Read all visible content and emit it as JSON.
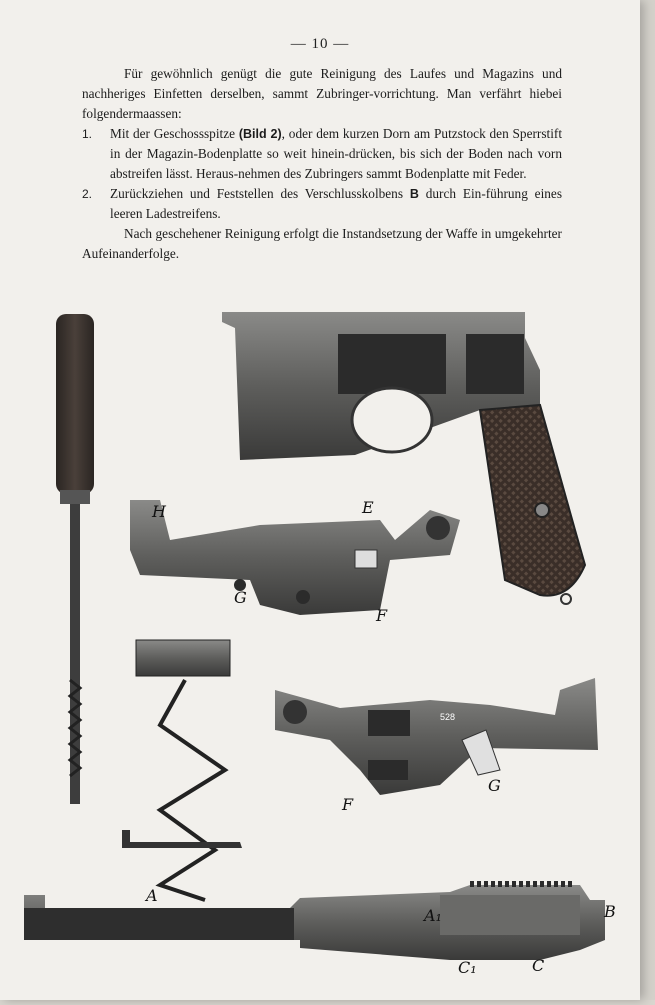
{
  "page": {
    "number": "— 10 —",
    "intro": "Für gewöhnlich genügt die gute Reinigung des Laufes und Magazins und nachheriges Einfetten derselben, sammt Zubringer-vorrichtung. Man verfährt hiebei folgendermaassen:",
    "steps": [
      {
        "num": "1.",
        "before": "Mit der Geschossspitze ",
        "bold": "(Bild 2)",
        "after": ", oder dem kurzen Dorn am Putzstock den Sperrstift in der Magazin-Bodenplatte so weit hinein-drücken, bis sich der Boden nach vorn abstreifen lässt. Heraus-nehmen des Zubringers sammt Bodenplatte mit Feder."
      },
      {
        "num": "2.",
        "before": "Zurückziehen und Feststellen des Verschlusskolbens ",
        "bold": "B",
        "after": " durch Ein-führung eines leeren Ladestreifens."
      }
    ],
    "outro": "Nach geschehener Reinigung erfolgt die Instandsetzung der Waffe in umgekehrter Aufeinanderfolge."
  },
  "figure": {
    "labels": {
      "H": "H",
      "E": "E",
      "G_top": "G",
      "F_top": "F",
      "G_bot": "G",
      "F_bot": "F",
      "A": "A",
      "A1": "A₁",
      "B": "B",
      "C1": "C₁",
      "C": "C"
    },
    "stamp": "528"
  }
}
